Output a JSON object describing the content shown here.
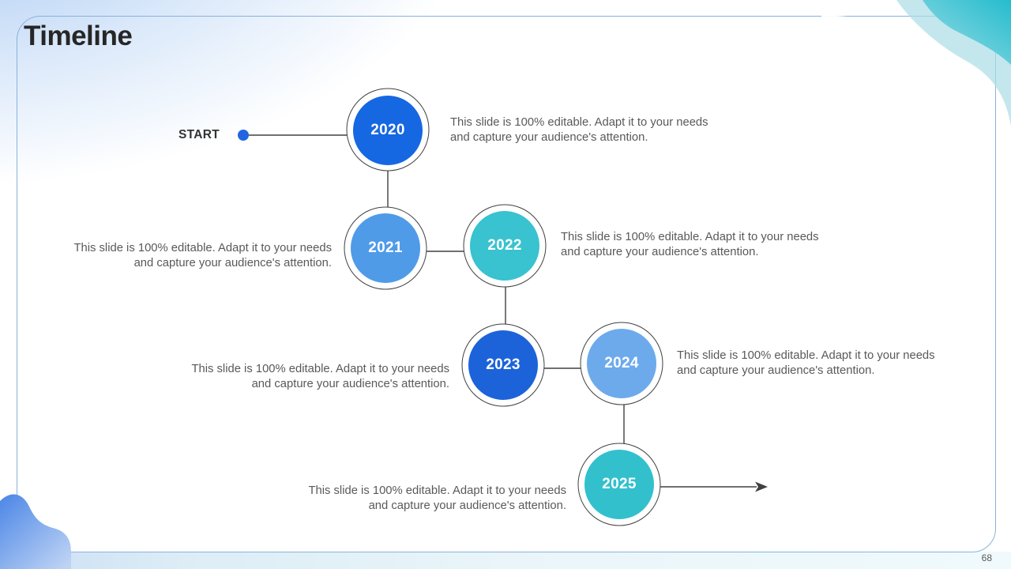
{
  "slide": {
    "title": "Timeline",
    "start_label": "START",
    "page_number": "68"
  },
  "milestones": [
    {
      "year": "2020",
      "color": "#1667e2",
      "description": "This slide is 100% editable. Adapt it to your needs and capture your audience's attention."
    },
    {
      "year": "2021",
      "color": "#4f9be8",
      "description": "This slide is 100% editable. Adapt it to your needs and capture your audience's attention."
    },
    {
      "year": "2022",
      "color": "#39c2cf",
      "description": "This slide is 100% editable. Adapt it to your needs and capture your audience's attention."
    },
    {
      "year": "2023",
      "color": "#1c63da",
      "description": "This slide is 100% editable. Adapt it to your needs and capture your audience's attention."
    },
    {
      "year": "2024",
      "color": "#6caaec",
      "description": "This slide is 100% editable. Adapt it to your needs and capture your audience's attention."
    },
    {
      "year": "2025",
      "color": "#32c0cd",
      "description": "This slide is 100% editable. Adapt it to your needs and capture your audience's attention."
    }
  ],
  "colors": {
    "start_dot": "#2166e0",
    "connector": "#404040",
    "title_text": "#262626",
    "body_text": "#595959"
  }
}
